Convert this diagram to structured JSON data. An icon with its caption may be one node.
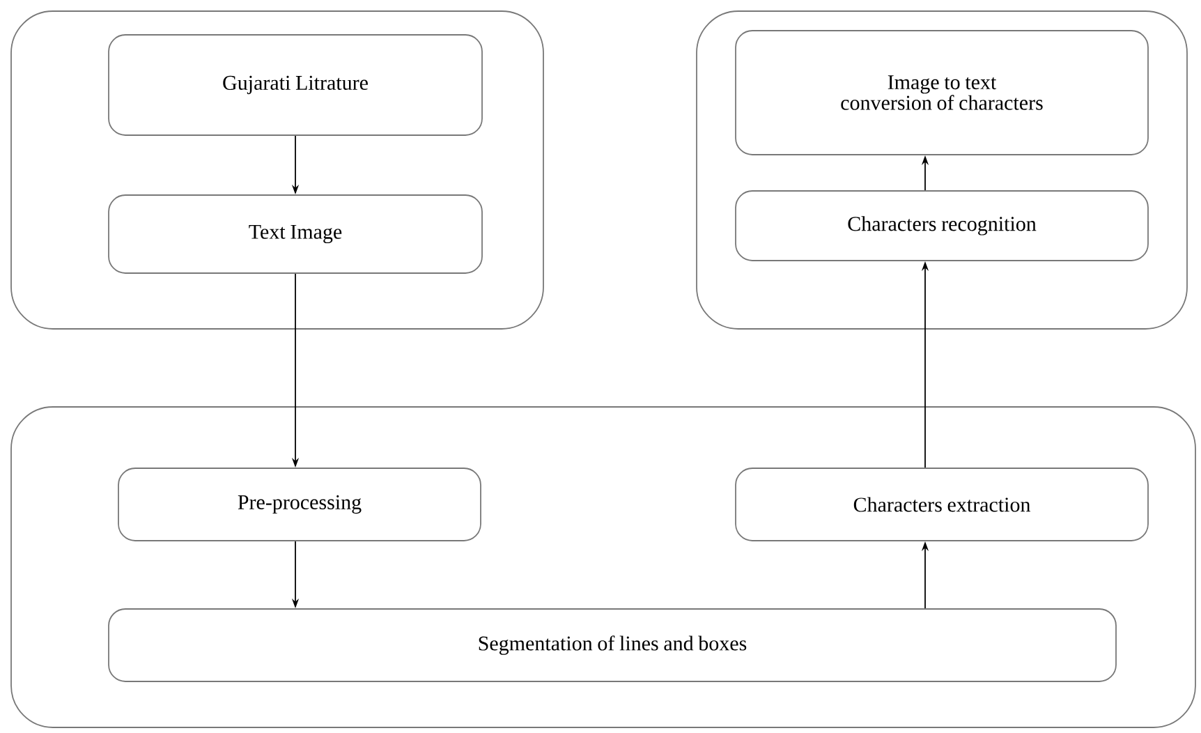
{
  "diagram": {
    "nodes": [
      {
        "text": [],
        "shape": "box"
      },
      {
        "text": [
          "Gujarati Litrature"
        ],
        "in": 0
      },
      {
        "text": [
          "Text Image"
        ],
        "in": 0
      },
      {
        "text": [],
        "shape": "box"
      },
      {
        "text": [
          "Image to text conversion of characters"
        ],
        "in": 3
      },
      {
        "text": [
          "Characters recognition"
        ],
        "in": 3
      },
      {
        "text": [],
        "shape": "box"
      },
      {
        "text": [
          "Pre-processing"
        ],
        "in": 6
      },
      {
        "text": [
          "Characters extraction"
        ],
        "in": 6
      },
      {
        "text": [
          "Segmentation of lines and boxes"
        ],
        "in": 6
      }
    ],
    "edges": [
      {
        "from": 1,
        "to": 2,
        "arrow": "to"
      },
      {
        "from": 2,
        "to": 7,
        "arrow": "to"
      },
      {
        "from": 7,
        "to": 9,
        "arrow": "to"
      },
      {
        "from": 9,
        "to": 8,
        "arrow": "to"
      },
      {
        "from": 8,
        "to": 5,
        "arrow": "to"
      },
      {
        "from": 5,
        "to": 4,
        "arrow": "to"
      }
    ]
  }
}
